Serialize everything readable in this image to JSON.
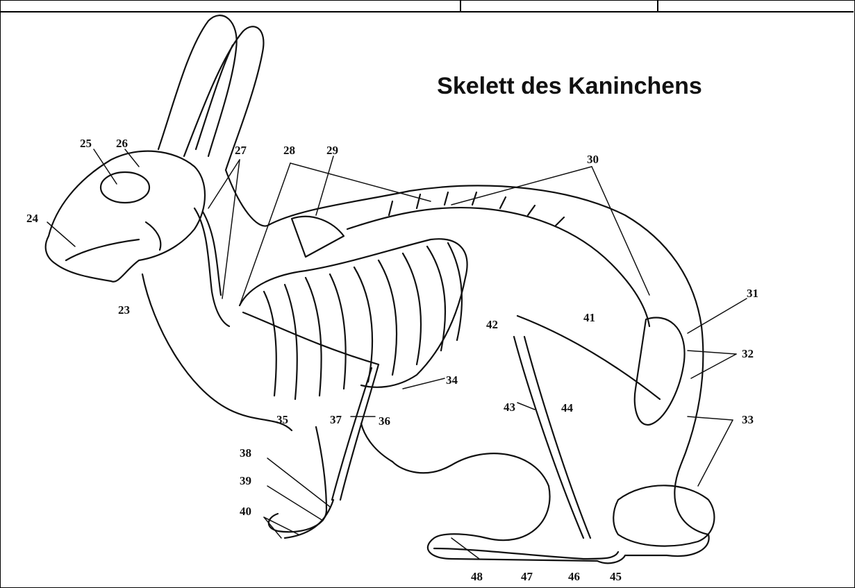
{
  "title": "Skelett des Kaninchens",
  "labels": {
    "n23": "23",
    "n24": "24",
    "n25": "25",
    "n26": "26",
    "n27": "27",
    "n28": "28",
    "n29": "29",
    "n30": "30",
    "n31": "31",
    "n32": "32",
    "n33": "33",
    "n34": "34",
    "n35": "35",
    "n36": "36",
    "n37": "37",
    "n38": "38",
    "n39": "39",
    "n40": "40",
    "n41": "41",
    "n42": "42",
    "n43": "43",
    "n44": "44",
    "n45": "45",
    "n46": "46",
    "n47": "47",
    "n48": "48"
  },
  "colors": {
    "ink": "#111111",
    "background": "#ffffff"
  }
}
